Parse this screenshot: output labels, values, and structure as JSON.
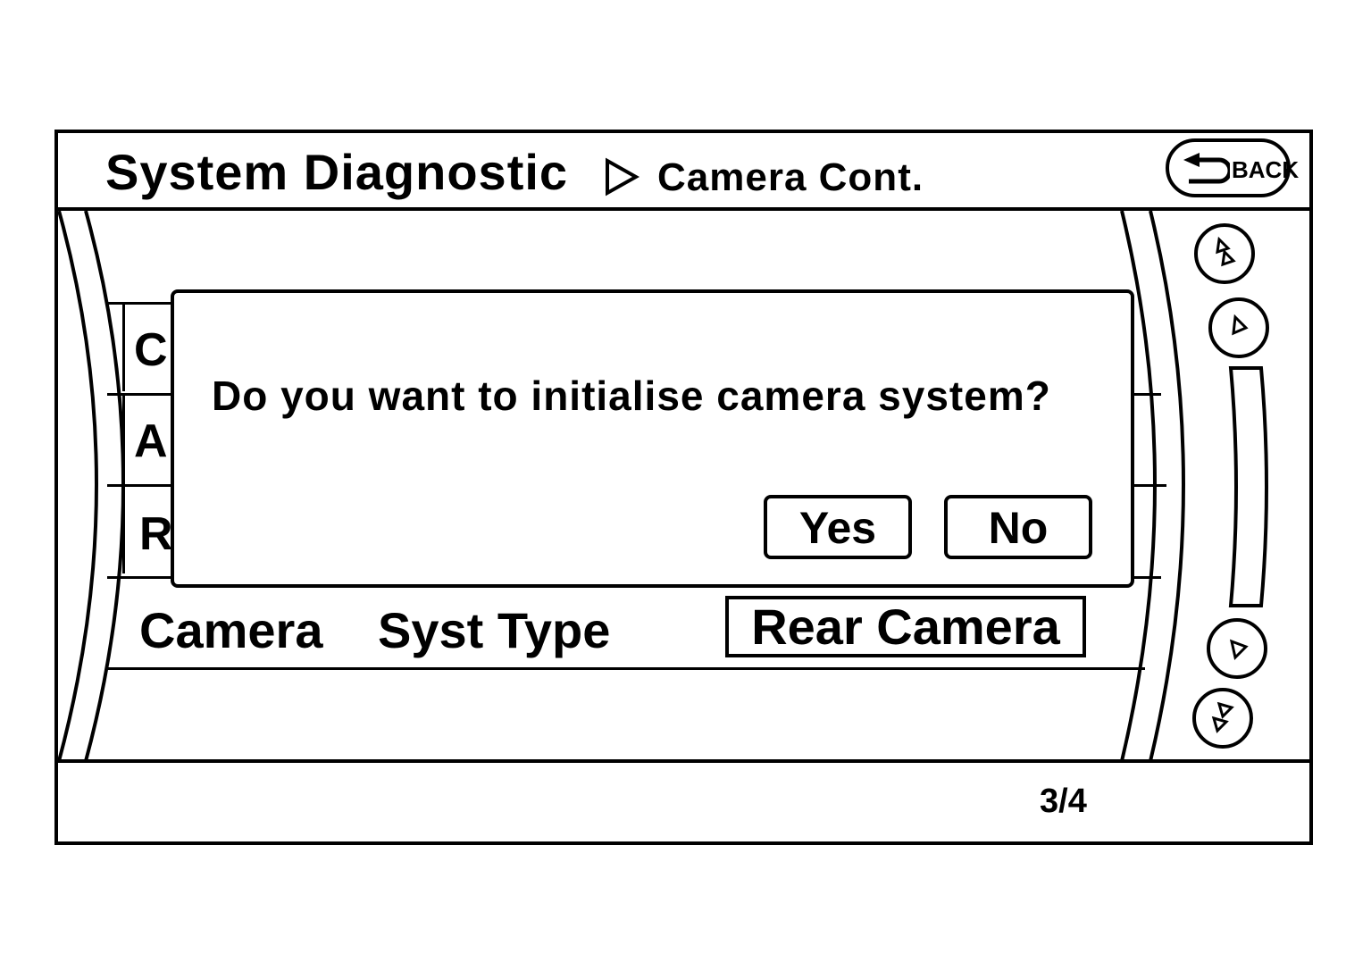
{
  "header": {
    "title": "System Diagnostic",
    "separator_icon": "play-triangle-icon",
    "subtitle": "Camera Cont.",
    "back_button": {
      "label": "BACK",
      "icon": "return-arrow-icon"
    }
  },
  "list": {
    "partial_items": [
      "C",
      "A",
      "R"
    ],
    "setting_row": {
      "label_1": "Camera",
      "label_2": "Syst Type",
      "value": "Rear Camera"
    }
  },
  "dialog": {
    "message": "Do you want to initialise camera system?",
    "yes_label": "Yes",
    "no_label": "No"
  },
  "scroll": {
    "page_up_icon": "double-up-arrow-icon",
    "up_icon": "up-arrow-icon",
    "down_icon": "down-arrow-icon",
    "page_down_icon": "double-down-arrow-icon"
  },
  "footer": {
    "page_indicator": "3/4"
  }
}
